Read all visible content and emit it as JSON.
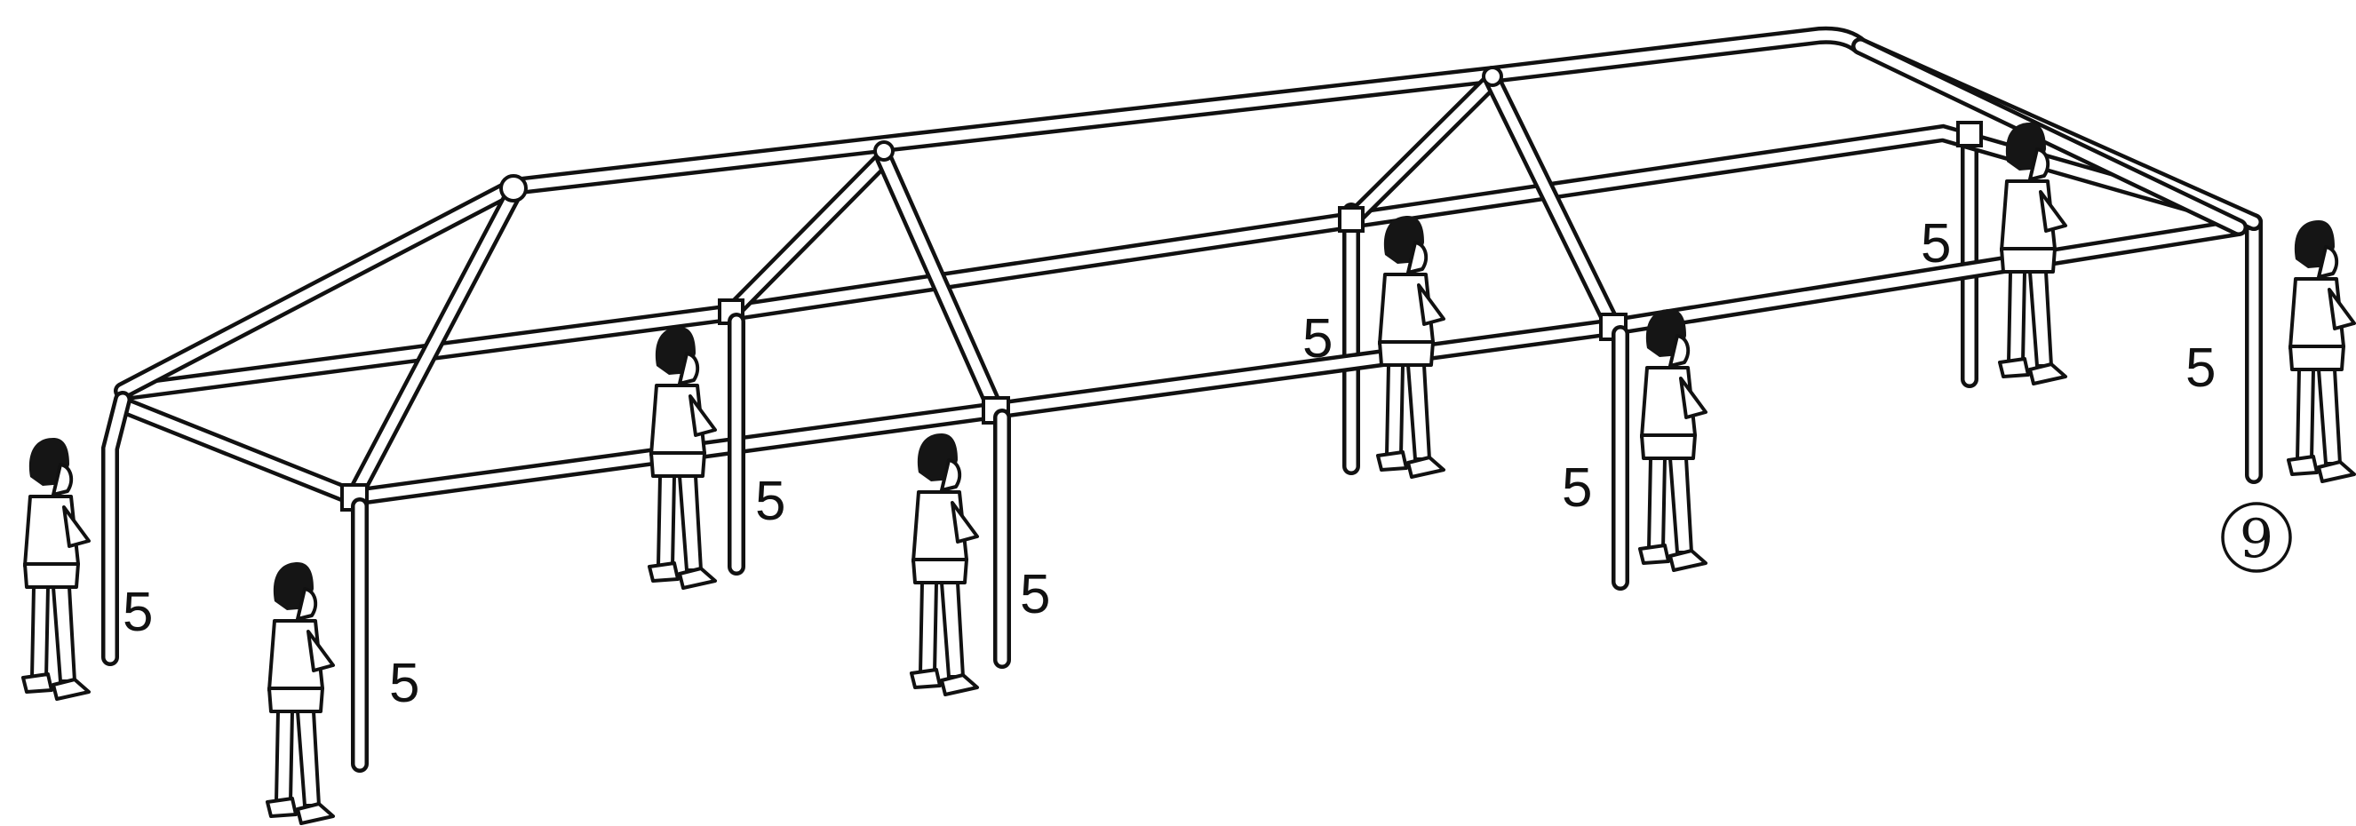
{
  "figure": {
    "step_number": "9",
    "leg_labels": [
      "5",
      "5",
      "5",
      "5",
      "5",
      "5",
      "5",
      "5"
    ]
  }
}
